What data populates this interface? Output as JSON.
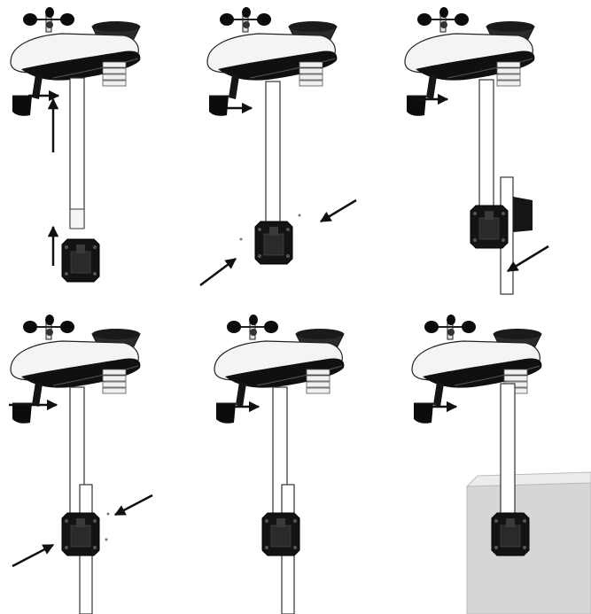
{
  "figure": {
    "panels": [
      {
        "id": "step-1",
        "mounting": "pole-inserted-into-sensor-and-bracket",
        "arrows": 2
      },
      {
        "id": "step-2",
        "mounting": "screws-into-bracket",
        "arrows": 2
      },
      {
        "id": "step-3",
        "mounting": "bracket-on-pole-with-clamp-plate",
        "arrows": 1
      },
      {
        "id": "step-4",
        "mounting": "screws-into-bracket-on-pole",
        "arrows": 2
      },
      {
        "id": "step-5",
        "mounting": "assembled-on-pole",
        "arrows": 0
      },
      {
        "id": "step-6",
        "mounting": "assembled-on-wall",
        "arrows": 0
      }
    ],
    "colors": {
      "sensor_body": "#f2f2f2",
      "sensor_dark": "#111111",
      "pole": "#ffffff",
      "outline": "#1a1a1a",
      "wall": "#d4d4d4"
    }
  }
}
